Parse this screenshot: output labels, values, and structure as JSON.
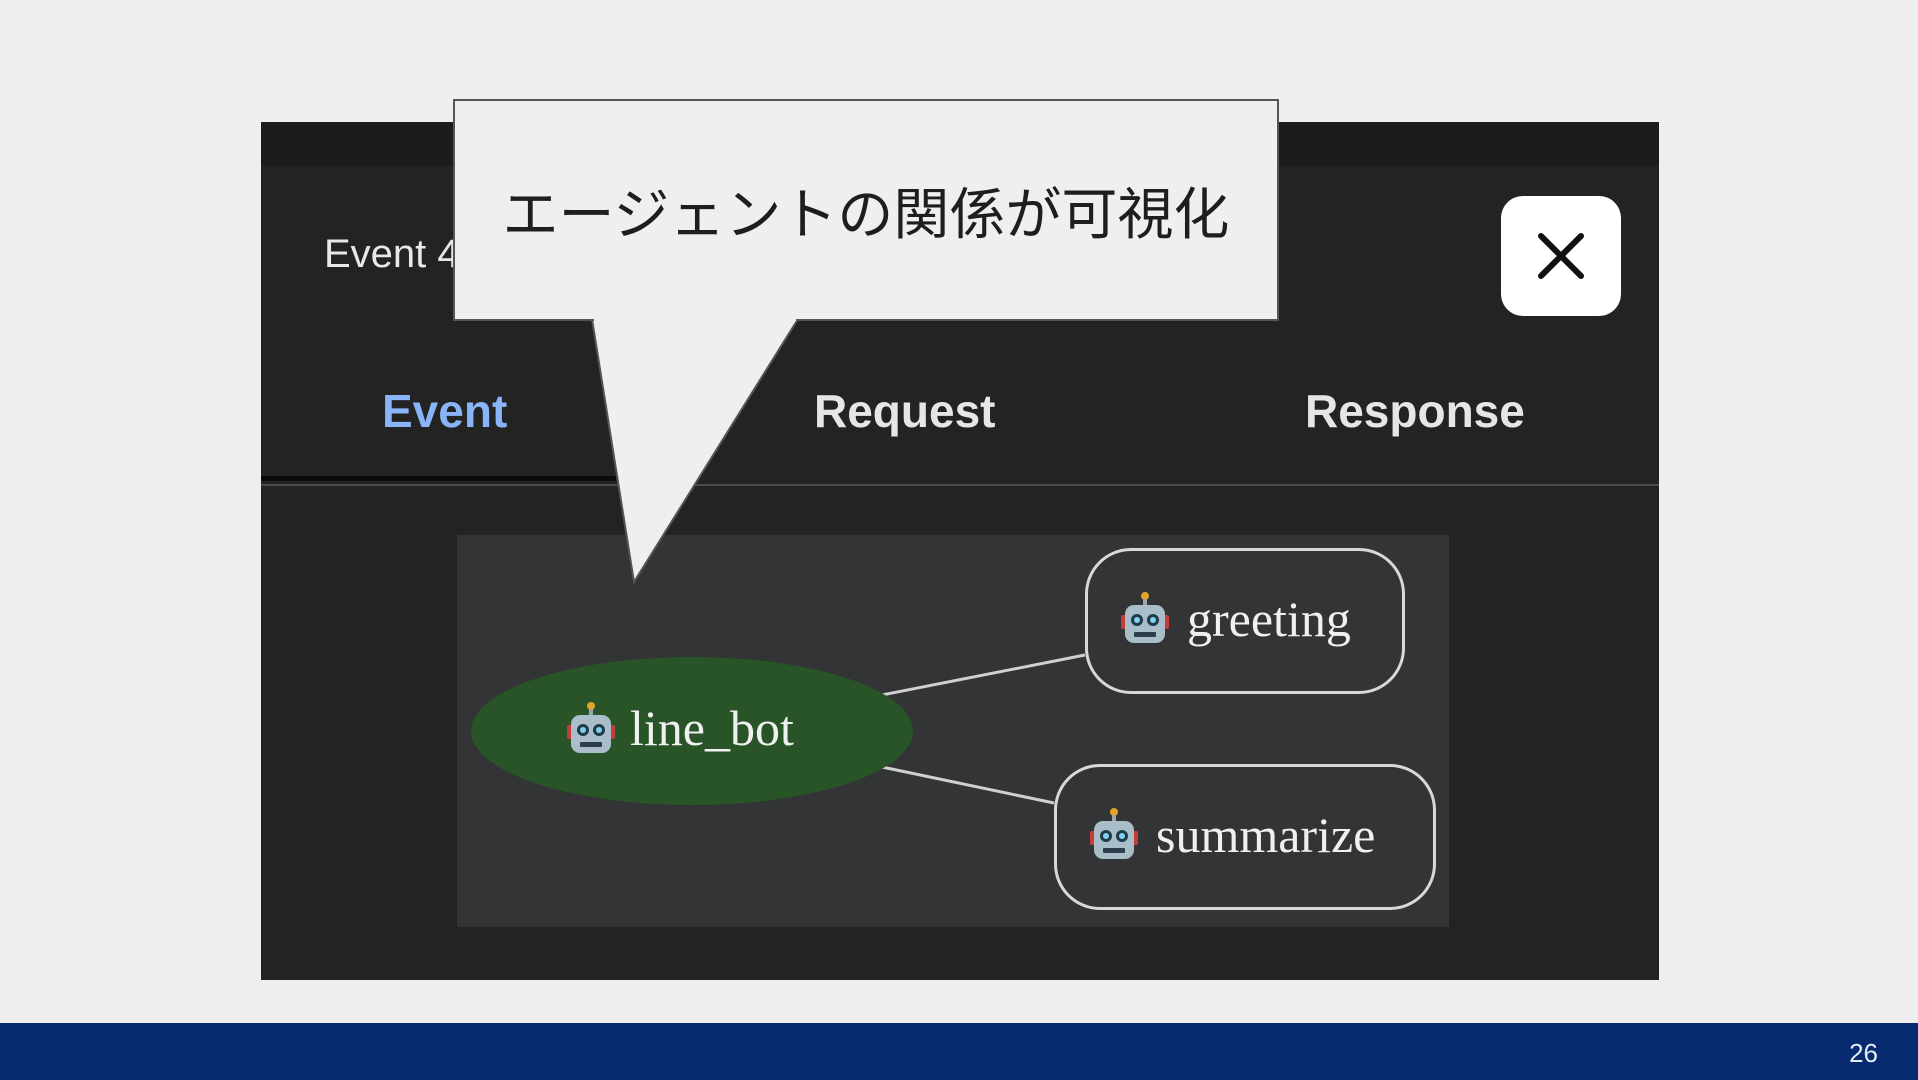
{
  "callout": {
    "text": "エージェントの関係が可視化"
  },
  "panel": {
    "event_title": "Event 4",
    "close_icon": "close-icon",
    "tabs": [
      {
        "label": "Event",
        "active": true
      },
      {
        "label": "Request",
        "active": false
      },
      {
        "label": "Response",
        "active": false
      }
    ]
  },
  "graph": {
    "root": {
      "label": "line_bot",
      "icon": "robot-icon",
      "fill": "#285428"
    },
    "children": [
      {
        "label": "greeting",
        "icon": "robot-icon"
      },
      {
        "label": "summarize",
        "icon": "robot-icon"
      }
    ]
  },
  "colors": {
    "active_tab": "#8ab4f8",
    "footer": "#072b6e",
    "background": "#efefef"
  },
  "footer": {
    "page_number": "26"
  }
}
